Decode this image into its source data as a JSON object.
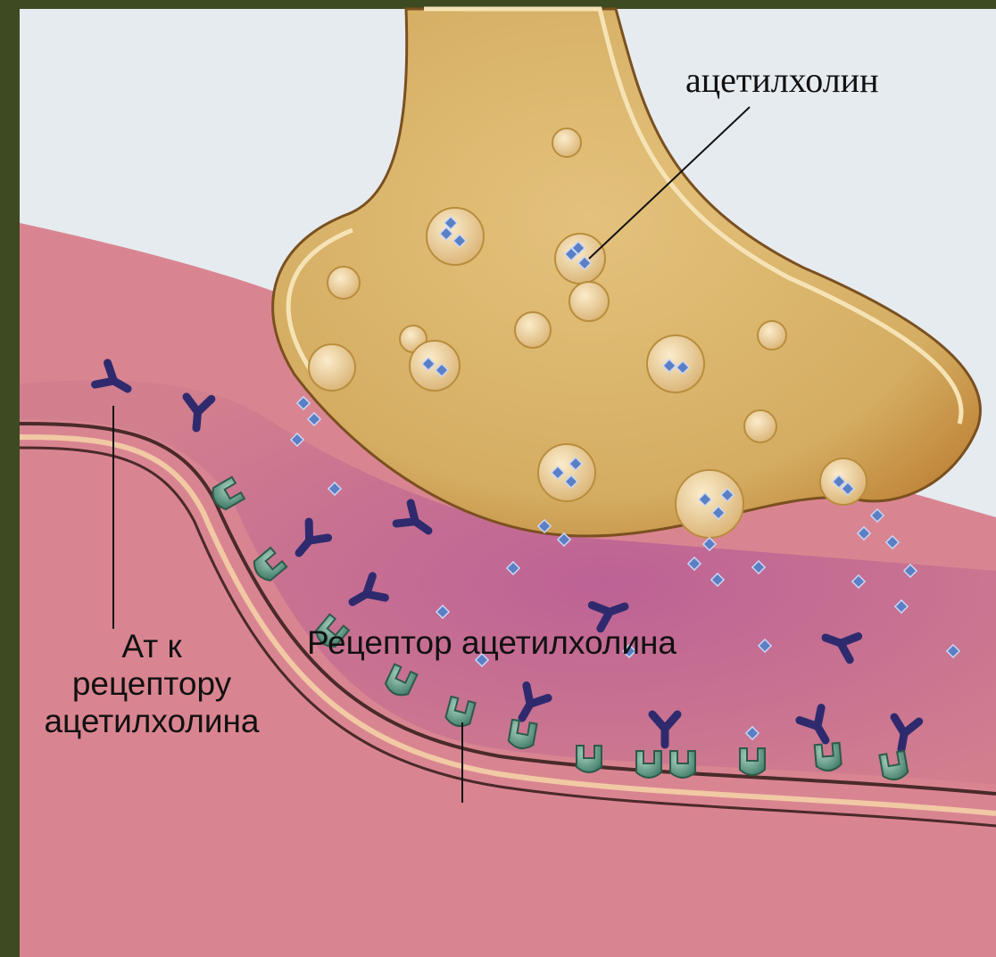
{
  "labels": {
    "acetylcholine": "ацетилхолин",
    "antibody_line1": "Ат к",
    "antibody_line2": "рецептору",
    "antibody_line3": "ацетилхолина",
    "receptor": "Рецептор  ацетилхолина"
  },
  "colors": {
    "frame": "#3d4a22",
    "background": "#e6ebf0",
    "muscle": "#d98591",
    "cleft": "#c9648a",
    "terminal": "#d8b76e",
    "terminal_rim": "#b98d3c",
    "membrane": "#4a2a2a",
    "antibody": "#2f2a6e",
    "receptor": "#5e9a86",
    "ach_particle": "#5b7fc4"
  }
}
